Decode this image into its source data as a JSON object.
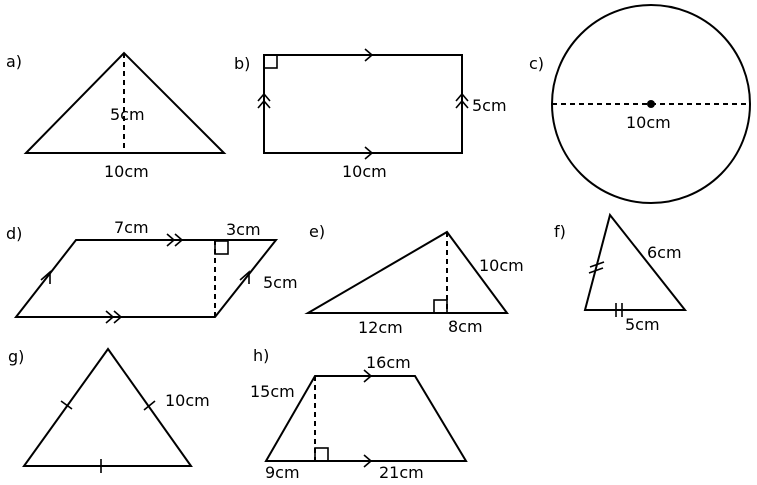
{
  "shapes": {
    "a": {
      "letter": "a)",
      "height": "5cm",
      "base": "10cm"
    },
    "b": {
      "letter": "b)",
      "side": "5cm",
      "base": "10cm"
    },
    "c": {
      "letter": "c)",
      "diameter": "10cm"
    },
    "d": {
      "letter": "d)",
      "top": "7cm",
      "offset": "3cm",
      "slant": "5cm"
    },
    "e": {
      "letter": "e)",
      "side": "10cm",
      "base_left": "12cm",
      "base_right": "8cm"
    },
    "f": {
      "letter": "f)",
      "side": "6cm",
      "base": "5cm"
    },
    "g": {
      "letter": "g)",
      "side": "10cm"
    },
    "h": {
      "letter": "h)",
      "top": "16cm",
      "slant": "15cm",
      "base_left": "9cm",
      "base_right": "21cm"
    }
  }
}
